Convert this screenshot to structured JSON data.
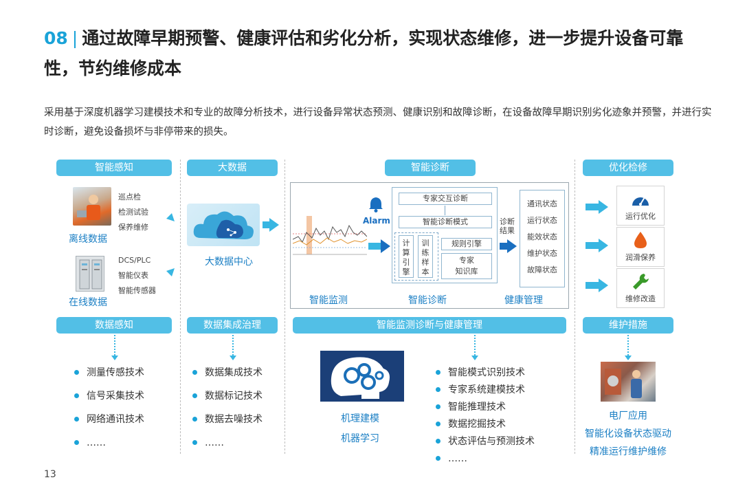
{
  "title": {
    "number": "08",
    "separator": "|",
    "text": "通过故障早期预警、健康评估和劣化分析，实现状态维修，进一步提升设备可靠性，节约维修成本"
  },
  "intro": "采用基于深度机器学习建模技术和专业的故障分析技术，进行设备异常状态预测、健康识别和故障诊断，在设备故障早期识别劣化迹象并预警，并进行实时诊断，避免设备损坏与非停带来的损失。",
  "columns": {
    "perception": {
      "header": "智能感知",
      "offline_items": [
        "巡点检",
        "检测试验",
        "保养维修"
      ],
      "offline_label": "离线数据",
      "online_items": [
        "DCS/PLC",
        "智能仪表",
        "智能传感器"
      ],
      "online_label": "在线数据",
      "footer": "数据感知",
      "bullets": [
        "测量传感技术",
        "信号采集技术",
        "网络通讯技术",
        "……"
      ]
    },
    "bigdata": {
      "header": "大数据",
      "center_label": "大数据中心",
      "footer": "数据集成治理",
      "bullets": [
        "数据集成技术",
        "数据标记技术",
        "数据去噪技术",
        "……"
      ]
    },
    "diagnosis": {
      "header": "智能诊断",
      "alarm": "Alarm",
      "expert_interaction": "专家交互诊断",
      "diag_mode": "智能诊断模式",
      "compute_engine": "计算引擎",
      "training_samples": "训练样本",
      "rule_engine": "规则引擎",
      "expert_kb_1": "专家",
      "expert_kb_2": "知识库",
      "diag_result_1": "诊断",
      "diag_result_2": "结果",
      "states": [
        "通讯状态",
        "运行状态",
        "能效状态",
        "维护状态",
        "故障状态"
      ],
      "bottom_labels": [
        "智能监测",
        "智能诊断",
        "健康管理"
      ],
      "footer": "智能监测诊断与健康管理",
      "left_labels": [
        "机理建模",
        "机器学习"
      ],
      "bullets": [
        "智能模式识别技术",
        "专家系统建模技术",
        "智能推理技术",
        "数据挖掘技术",
        "状态评估与预测技术",
        "……"
      ]
    },
    "maintenance": {
      "header": "优化检修",
      "cards": [
        "运行优化",
        "润滑保养",
        "维修改造"
      ],
      "footer": "维护措施",
      "captions": [
        "电厂应用",
        "智能化设备状态驱动",
        "精准运行维护维修"
      ]
    }
  },
  "page_number": "13",
  "colors": {
    "accent": "#1aa3d8",
    "pill": "#52bfe6",
    "arrow": "#38b6e2",
    "label_blue": "#1b7fc4",
    "alarm_orange": "#e0702a"
  }
}
